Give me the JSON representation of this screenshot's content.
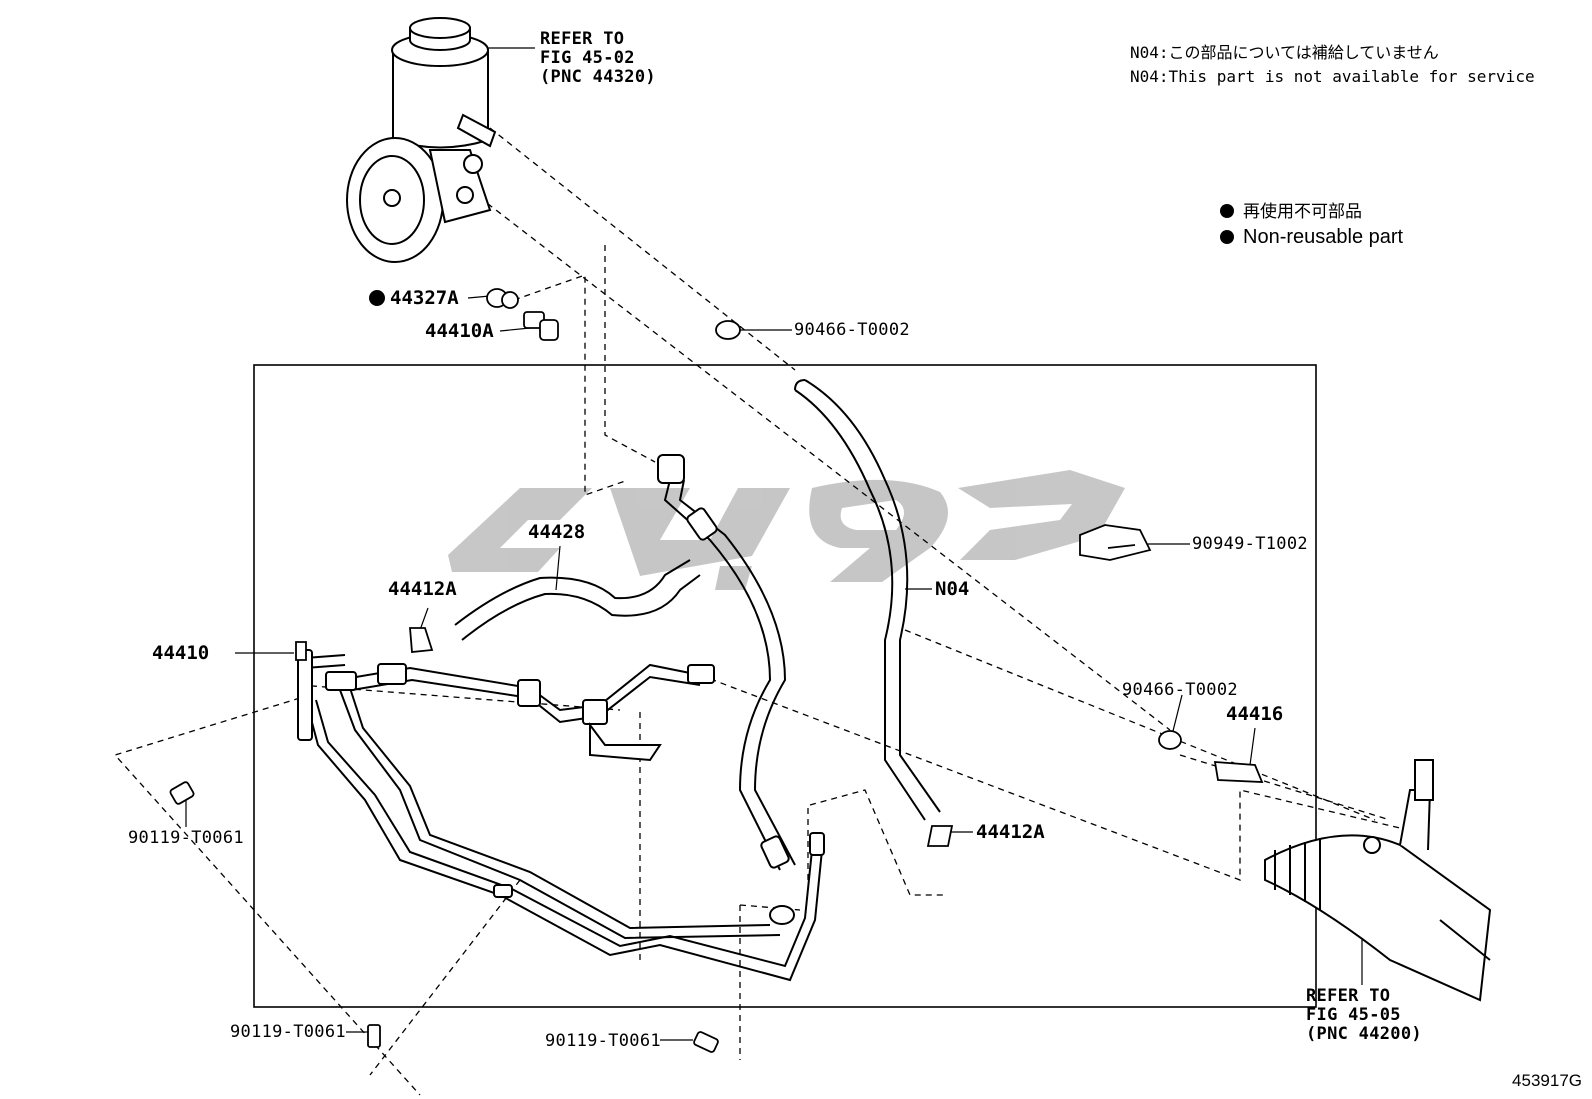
{
  "diagram_id": "453917G",
  "notes": {
    "line_jp": "N04:この部品については補給していません",
    "line_en": "N04:This part is not available for service"
  },
  "legend": {
    "jp": "再使用不可部品",
    "en": "Non-reusable part"
  },
  "refs": {
    "pump": [
      "REFER TO",
      "FIG 45-02",
      "(PNC 44320)"
    ],
    "gear": [
      "REFER TO",
      "FIG 45-05",
      "(PNC 44200)"
    ]
  },
  "parts": {
    "p44327A": "44327A",
    "p44410A": "44410A",
    "p90466_top": "90466-T0002",
    "p90949": "90949-T1002",
    "p44428": "44428",
    "p44412A_left": "44412A",
    "pN04": "N04",
    "p44410": "44410",
    "p90466_right": "90466-T0002",
    "p44416": "44416",
    "p90119_left": "90119-T0061",
    "p44412A_right": "44412A",
    "p90119_bottom_left": "90119-T0061",
    "p90119_bottom_center": "90119-T0061"
  },
  "colors": {
    "line": "#000000",
    "watermark": "#c4c4c4",
    "background": "#ffffff"
  }
}
